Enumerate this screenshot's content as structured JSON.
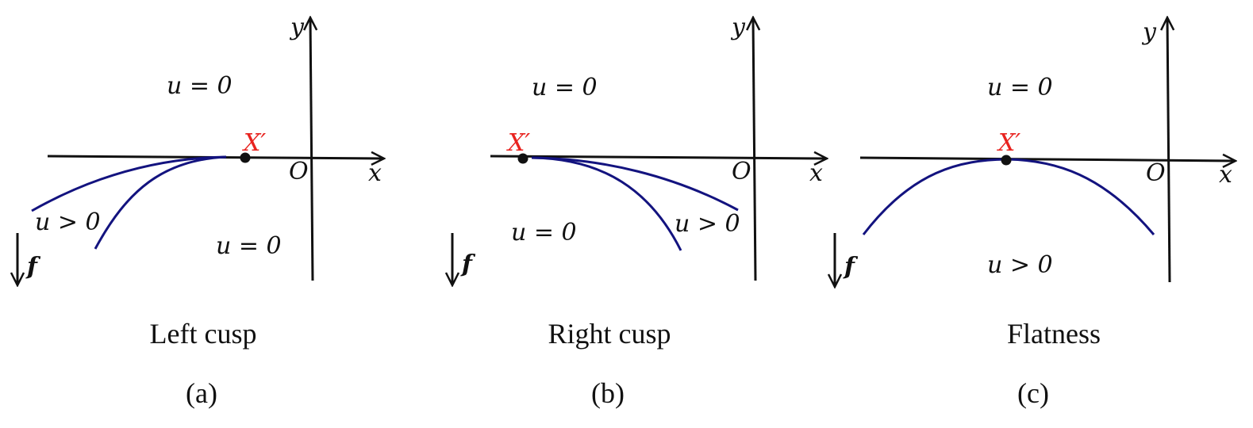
{
  "panels": [
    {
      "caption": "Left cusp",
      "tag": "(a)",
      "x_axis": "x",
      "y_axis": "y",
      "origin": "O",
      "point": "X′",
      "force": "f",
      "region_top": "u = 0",
      "region_left": "u > 0",
      "region_right": "u = 0"
    },
    {
      "caption": "Right cusp",
      "tag": "(b)",
      "x_axis": "x",
      "y_axis": "y",
      "origin": "O",
      "point": "X′",
      "force": "f",
      "region_top": "u = 0",
      "region_left": "u = 0",
      "region_right": "u > 0"
    },
    {
      "caption": "Flatness",
      "tag": "(c)",
      "x_axis": "x",
      "y_axis": "y",
      "origin": "O",
      "point": "X′",
      "force": "f",
      "region_top": "u = 0",
      "region_bottom": "u > 0"
    }
  ],
  "colors": {
    "curve": "#13137f",
    "point_label": "#e8231f",
    "axis": "#111111"
  }
}
